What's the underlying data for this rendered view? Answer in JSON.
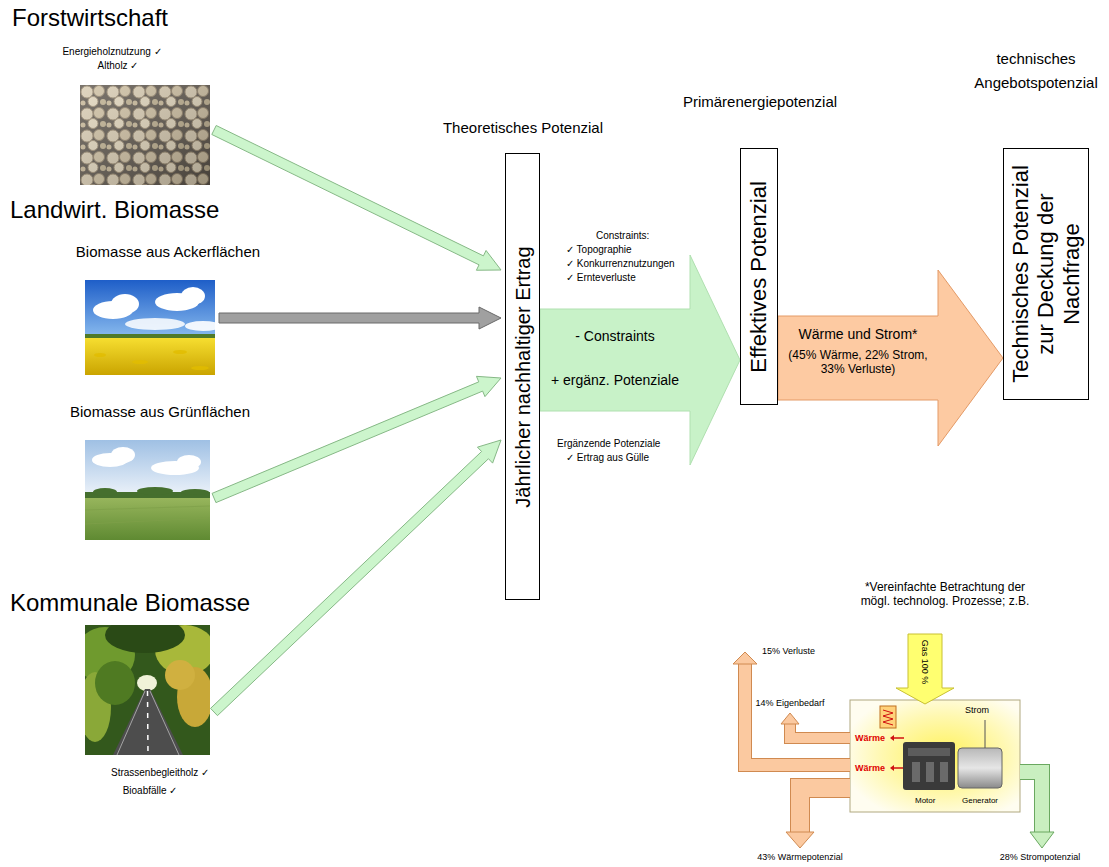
{
  "diagram": {
    "nodes": [
      {
        "text": [
          "Forstwirtschaft",
          "Energieholznutzung ✓",
          "Altholz ✓"
        ]
      },
      {
        "text": [
          "Biomasse aus Ackerflächen"
        ]
      },
      {
        "text": [
          "Biomasse aus Grünflächen"
        ]
      },
      {
        "text": [
          "Kommunale Biomasse",
          "Strassenbegleitholz ✓",
          "Bioabfälle ✓"
        ]
      },
      {
        "text": [
          "Theoretisches Potenzial",
          "Jährlicher nachhaltiger Ertrag"
        ]
      },
      {
        "text": [
          "Primärenergiepotenzial",
          "Effektives Potenzial"
        ]
      },
      {
        "text": [
          "technisches Angebotspotenzial",
          "Technisches Potenzial zur Deckung der Nachfrage"
        ]
      }
    ],
    "edges": [
      {
        "from": 0,
        "to": 4,
        "arrow": "to"
      },
      {
        "from": 1,
        "to": 4,
        "arrow": "to"
      },
      {
        "from": 2,
        "to": 4,
        "arrow": "to"
      },
      {
        "from": 3,
        "to": 4,
        "arrow": "to"
      },
      {
        "from": 4,
        "to": 5,
        "label": "- Constraints",
        "arrow": "to"
      },
      {
        "from": 5,
        "to": 6,
        "label": "Wärme und Strom*",
        "arrow": "to"
      }
    ],
    "labels": [
      "Landwirt. Biomasse",
      "Constraints:",
      "✓ Topographie",
      "✓ Konkurrenznutzungen",
      "✓ Ernteverluste",
      "+ ergänz. Potenziale",
      "Ergänzende Potenziale",
      "✓ Ertrag aus Gülle",
      "(45% Wärme, 22% Strom, 33% Verluste)",
      "*Vereinfachte Betrachtung der mögl. technolog. Prozesse; z.B.",
      "15% Verluste",
      "14% Eigenbedarf",
      "Gas 100 %",
      "Wärme",
      "Strom",
      "Wärme",
      "Motor",
      "Generator",
      "43% Wärmepotenzial",
      "28% Strompotenzial"
    ]
  }
}
